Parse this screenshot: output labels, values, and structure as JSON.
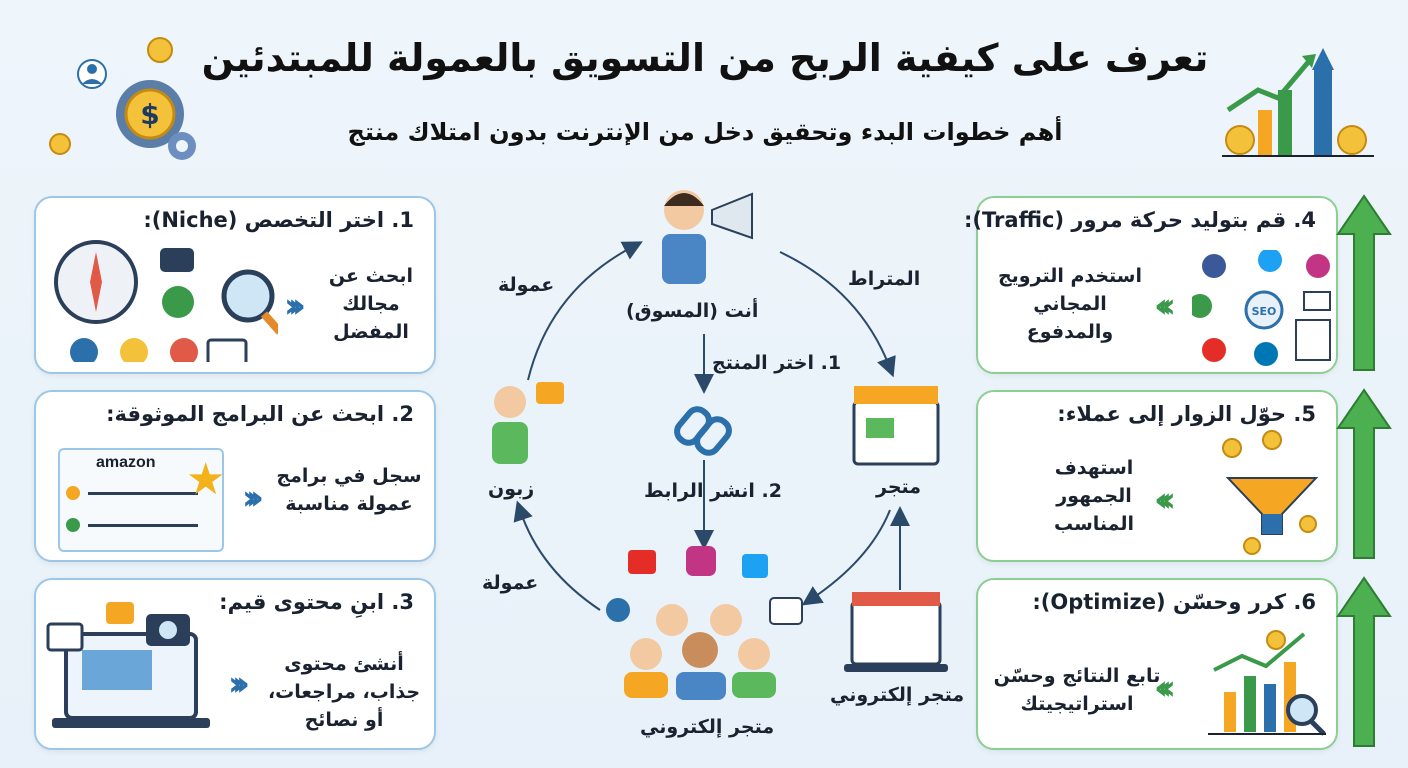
{
  "header": {
    "title": "تعرف على كيفية الربح من التسويق بالعمولة للمبتدئين",
    "subtitle": "أهم خطوات البدء وتحقيق دخل من الإنترنت بدون امتلاك منتج"
  },
  "left_steps": [
    {
      "title": "1. اختر التخصص (Niche):",
      "body": "ابحث عن مجالك المفضل"
    },
    {
      "title": "2. ابحث عن البرامج الموثوقة:",
      "body": "سجل في برامج عمولة مناسبة",
      "brand": "amazon"
    },
    {
      "title": "3. ابنِ محتوى قيم:",
      "body": "أنشئ محتوى جذاب، مراجعات، أو نصائح"
    }
  ],
  "right_steps": [
    {
      "title": "4. قم بتوليد حركة مرور (Traffic):",
      "body": "استخدم الترويج المجاني والمدفوع",
      "badge": "SEO"
    },
    {
      "title": "5. حوّل الزوار إلى عملاء:",
      "body": "استهدف الجمهور المناسب"
    },
    {
      "title": "6. كرر وحسّن (Optimize):",
      "body": "تابع النتائج وحسّن استراتيجيتك"
    }
  ],
  "cycle": {
    "marketer": "أنت (المسوق)",
    "affiliate_link": "المتراط",
    "commission_top": "عمولة",
    "commission_bottom": "عمولة",
    "step1": "1. اختر المنتج",
    "step2": "2. انشر الرابط",
    "store": "متجر",
    "customer": "زبون",
    "ecommerce_center": "متجر إلكتروني",
    "ecommerce_right": "متجر إلكتروني"
  },
  "colors": {
    "blue_border": "#9cc7e6",
    "green_border": "#8ccf94",
    "blue_accent": "#2b6fab",
    "green_accent": "#3a9a4a"
  }
}
